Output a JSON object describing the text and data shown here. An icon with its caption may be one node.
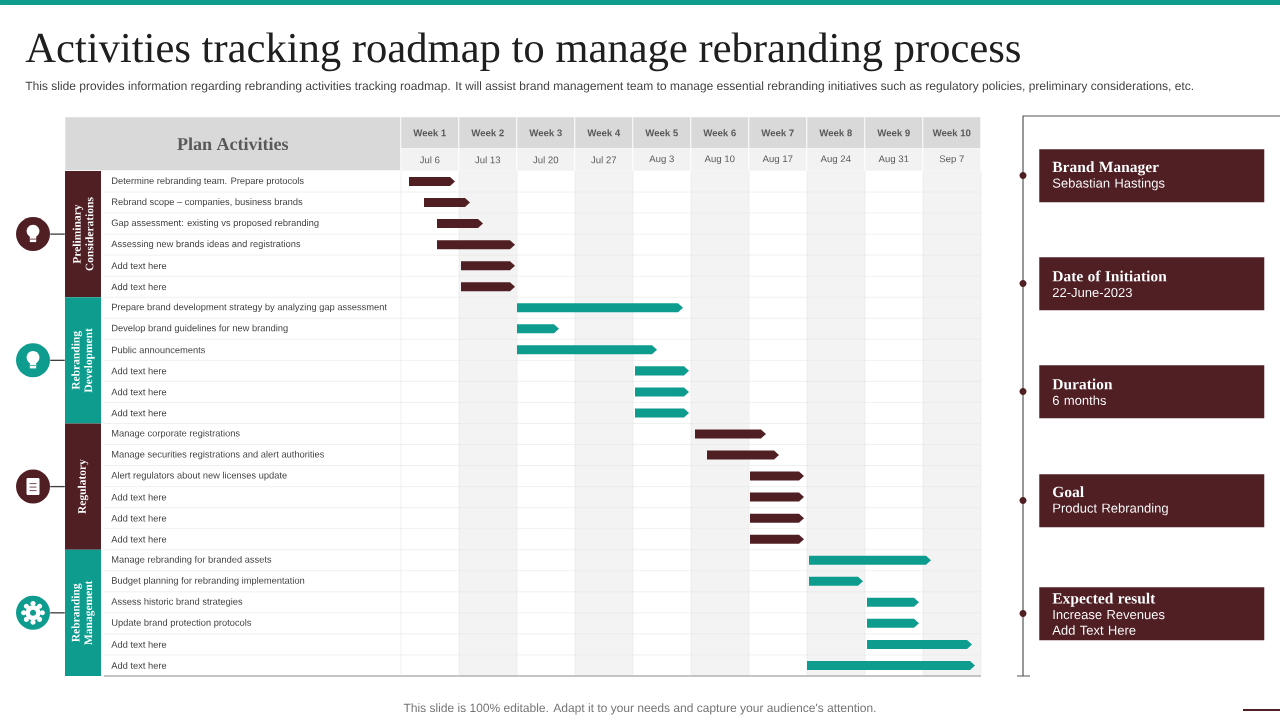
{
  "diagram": {
    "title": "Activities tracking roadmap to manage rebranding process",
    "nodes": [
      {
        "text": [
          "Preliminary Considerations"
        ]
      },
      {
        "text": [
          "Rebranding Development"
        ]
      },
      {
        "text": [
          "Regulatory"
        ]
      },
      {
        "text": [
          "Rebranding Management"
        ]
      },
      {
        "text": [],
        "shape": "circle"
      },
      {
        "text": [],
        "shape": "circle"
      },
      {
        "text": [],
        "shape": "circle"
      },
      {
        "text": [],
        "shape": "circle"
      },
      {
        "text": [
          "Brand Manager",
          "Sebastian Hastings"
        ]
      },
      {
        "text": [
          "Date of Initiation",
          "22-June-2023"
        ]
      },
      {
        "text": [
          "Duration",
          "6 months"
        ]
      },
      {
        "text": [
          "Goal",
          "Product Rebranding"
        ]
      },
      {
        "text": [
          "Expected result",
          "Increase Revenues",
          "Add Text Here"
        ]
      }
    ],
    "edges": [
      {
        "from": 4,
        "to": 0,
        "arrow": "none"
      },
      {
        "from": 5,
        "to": 1,
        "arrow": "none"
      },
      {
        "from": 6,
        "to": 2,
        "arrow": "none"
      },
      {
        "from": 7,
        "to": 3,
        "arrow": "none"
      }
    ],
    "labels": [
      "This slide provides information regarding rebranding activities tracking roadmap. It will assist brand management team to manage essential rebranding initiatives such as regulatory policies, preliminary considerations, etc.",
      "Plan Activities",
      "Week 1",
      "Week 2",
      "Week 3",
      "Week 4",
      "Week 5",
      "Week 6",
      "Week 7",
      "Week 8",
      "Week 9",
      "Week 10",
      "Jul 6",
      "Jul 13",
      "Jul 20",
      "Jul 27",
      "Aug 3",
      "Aug 10",
      "Aug 17",
      "Aug 24",
      "Aug 31",
      "Sep 7",
      "Determine rebranding team. Prepare protocols",
      "Rebrand scope – companies, business brands",
      "Gap assessment: existing vs proposed rebranding",
      "Assessing new brands ideas and registrations",
      "Add text here",
      "Add text here",
      "Prepare brand development strategy by analyzing gap assessment",
      "Develop brand guidelines for new branding",
      "Public announcements",
      "Add text here",
      "Add text here",
      "Add text here",
      "Manage corporate registrations",
      "Manage securities registrations and alert authorities",
      "Alert regulators about new licenses update",
      "Add text here",
      "Add text here",
      "Add text here",
      "Manage rebranding for branded assets",
      "Budget planning for rebranding implementation",
      "Assess historic brand strategies",
      "Update brand protection protocols",
      "Add text here",
      "Add text here",
      "This slide is 100% editable. Adapt it to your needs and capture your audience's attention."
    ]
  }
}
